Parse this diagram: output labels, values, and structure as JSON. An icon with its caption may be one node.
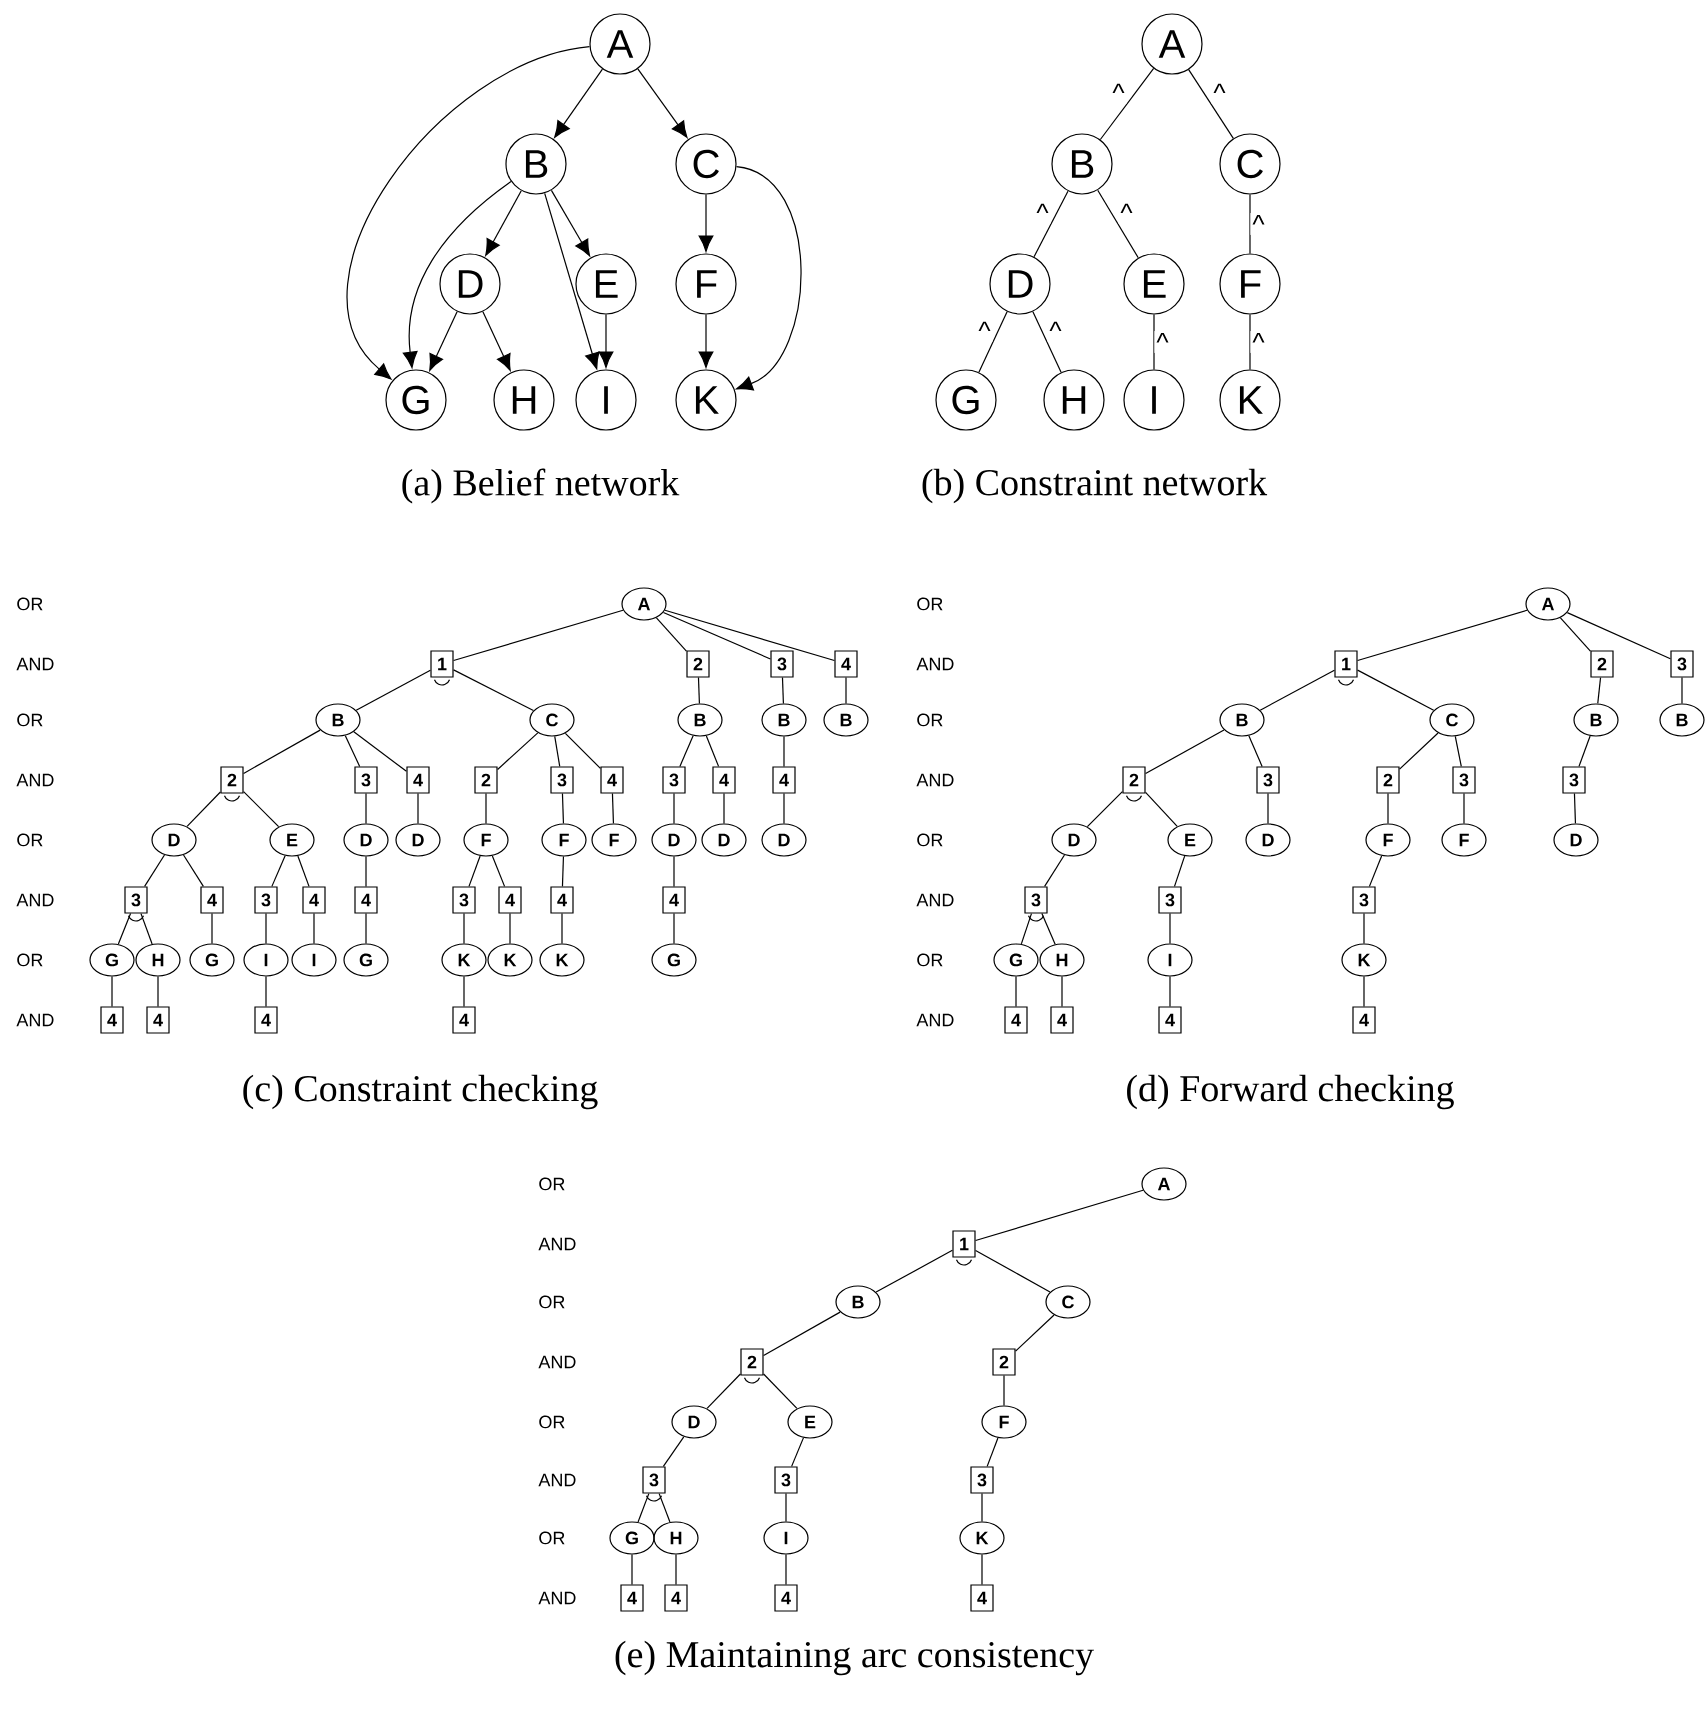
{
  "diagram": {
    "nodes": [
      {
        "text": [
          "A"
        ]
      },
      {
        "text": [
          "B"
        ]
      },
      {
        "text": [
          "C"
        ]
      },
      {
        "text": [
          "D"
        ]
      },
      {
        "text": [
          "E"
        ]
      },
      {
        "text": [
          "F"
        ]
      },
      {
        "text": [
          "G"
        ]
      },
      {
        "text": [
          "H"
        ]
      },
      {
        "text": [
          "I"
        ]
      },
      {
        "text": [
          "K"
        ]
      },
      {
        "text": [
          "A"
        ]
      },
      {
        "text": [
          "B"
        ]
      },
      {
        "text": [
          "C"
        ]
      },
      {
        "text": [
          "D"
        ]
      },
      {
        "text": [
          "E"
        ]
      },
      {
        "text": [
          "F"
        ]
      },
      {
        "text": [
          "G"
        ]
      },
      {
        "text": [
          "H"
        ]
      },
      {
        "text": [
          "I"
        ]
      },
      {
        "text": [
          "K"
        ]
      },
      {
        "text": [
          "A"
        ]
      },
      {
        "text": [
          "1"
        ]
      },
      {
        "text": [
          "2"
        ]
      },
      {
        "text": [
          "3"
        ]
      },
      {
        "text": [
          "4"
        ]
      },
      {
        "text": [
          "B"
        ]
      },
      {
        "text": [
          "C"
        ]
      },
      {
        "text": [
          "B"
        ]
      },
      {
        "text": [
          "B"
        ]
      },
      {
        "text": [
          "B"
        ]
      },
      {
        "text": [
          "2"
        ]
      },
      {
        "text": [
          "3"
        ]
      },
      {
        "text": [
          "4"
        ]
      },
      {
        "text": [
          "2"
        ]
      },
      {
        "text": [
          "3"
        ]
      },
      {
        "text": [
          "4"
        ]
      },
      {
        "text": [
          "3"
        ]
      },
      {
        "text": [
          "4"
        ]
      },
      {
        "text": [
          "4"
        ]
      },
      {
        "text": [
          "D"
        ]
      },
      {
        "text": [
          "E"
        ]
      },
      {
        "text": [
          "D"
        ]
      },
      {
        "text": [
          "D"
        ]
      },
      {
        "text": [
          "F"
        ]
      },
      {
        "text": [
          "F"
        ]
      },
      {
        "text": [
          "F"
        ]
      },
      {
        "text": [
          "D"
        ]
      },
      {
        "text": [
          "D"
        ]
      },
      {
        "text": [
          "D"
        ]
      },
      {
        "text": [
          "3"
        ]
      },
      {
        "text": [
          "4"
        ]
      },
      {
        "text": [
          "3"
        ]
      },
      {
        "text": [
          "4"
        ]
      },
      {
        "text": [
          "4"
        ]
      },
      {
        "text": [
          "3"
        ]
      },
      {
        "text": [
          "4"
        ]
      },
      {
        "text": [
          "4"
        ]
      },
      {
        "text": [
          "4"
        ]
      },
      {
        "text": [
          "G"
        ]
      },
      {
        "text": [
          "H"
        ]
      },
      {
        "text": [
          "G"
        ]
      },
      {
        "text": [
          "I"
        ]
      },
      {
        "text": [
          "I"
        ]
      },
      {
        "text": [
          "G"
        ]
      },
      {
        "text": [
          "K"
        ]
      },
      {
        "text": [
          "K"
        ]
      },
      {
        "text": [
          "K"
        ]
      },
      {
        "text": [
          "G"
        ]
      },
      {
        "text": [
          "4"
        ]
      },
      {
        "text": [
          "4"
        ]
      },
      {
        "text": [
          "4"
        ]
      },
      {
        "text": [
          "4"
        ]
      },
      {
        "text": [
          "A"
        ]
      },
      {
        "text": [
          "1"
        ]
      },
      {
        "text": [
          "2"
        ]
      },
      {
        "text": [
          "3"
        ]
      },
      {
        "text": [
          "B"
        ]
      },
      {
        "text": [
          "C"
        ]
      },
      {
        "text": [
          "B"
        ]
      },
      {
        "text": [
          "B"
        ]
      },
      {
        "text": [
          "2"
        ]
      },
      {
        "text": [
          "3"
        ]
      },
      {
        "text": [
          "2"
        ]
      },
      {
        "text": [
          "3"
        ]
      },
      {
        "text": [
          "3"
        ]
      },
      {
        "text": [
          "D"
        ]
      },
      {
        "text": [
          "E"
        ]
      },
      {
        "text": [
          "D"
        ]
      },
      {
        "text": [
          "F"
        ]
      },
      {
        "text": [
          "F"
        ]
      },
      {
        "text": [
          "D"
        ]
      },
      {
        "text": [
          "3"
        ]
      },
      {
        "text": [
          "3"
        ]
      },
      {
        "text": [
          "3"
        ]
      },
      {
        "text": [
          "G"
        ]
      },
      {
        "text": [
          "H"
        ]
      },
      {
        "text": [
          "I"
        ]
      },
      {
        "text": [
          "K"
        ]
      },
      {
        "text": [
          "4"
        ]
      },
      {
        "text": [
          "4"
        ]
      },
      {
        "text": [
          "4"
        ]
      },
      {
        "text": [
          "4"
        ]
      },
      {
        "text": [
          "A"
        ]
      },
      {
        "text": [
          "1"
        ]
      },
      {
        "text": [
          "B"
        ]
      },
      {
        "text": [
          "C"
        ]
      },
      {
        "text": [
          "2"
        ]
      },
      {
        "text": [
          "2"
        ]
      },
      {
        "text": [
          "D"
        ]
      },
      {
        "text": [
          "E"
        ]
      },
      {
        "text": [
          "F"
        ]
      },
      {
        "text": [
          "3"
        ]
      },
      {
        "text": [
          "3"
        ]
      },
      {
        "text": [
          "3"
        ]
      },
      {
        "text": [
          "G"
        ]
      },
      {
        "text": [
          "H"
        ]
      },
      {
        "text": [
          "I"
        ]
      },
      {
        "text": [
          "K"
        ]
      },
      {
        "text": [
          "4"
        ]
      },
      {
        "text": [
          "4"
        ]
      },
      {
        "text": [
          "4"
        ]
      },
      {
        "text": [
          "4"
        ]
      }
    ],
    "edges": [
      {
        "from": 0,
        "to": 1,
        "arrow": "to"
      },
      {
        "from": 0,
        "to": 2,
        "arrow": "to"
      },
      {
        "from": 0,
        "to": 6,
        "arrow": "to"
      },
      {
        "from": 1,
        "to": 6,
        "arrow": "to"
      },
      {
        "from": 1,
        "to": 3,
        "arrow": "to"
      },
      {
        "from": 1,
        "to": 4,
        "arrow": "to"
      },
      {
        "from": 1,
        "to": 8,
        "arrow": "to"
      },
      {
        "from": 2,
        "to": 5,
        "arrow": "to"
      },
      {
        "from": 2,
        "to": 9,
        "arrow": "to"
      },
      {
        "from": 3,
        "to": 6,
        "arrow": "to"
      },
      {
        "from": 3,
        "to": 7,
        "arrow": "to"
      },
      {
        "from": 4,
        "to": 8,
        "arrow": "to"
      },
      {
        "from": 5,
        "to": 9,
        "arrow": "to"
      },
      {
        "from": 10,
        "to": 11,
        "arrow": "none",
        "label": "^"
      },
      {
        "from": 10,
        "to": 12,
        "arrow": "none",
        "label": "^"
      },
      {
        "from": 11,
        "to": 13,
        "arrow": "none",
        "label": "^"
      },
      {
        "from": 11,
        "to": 14,
        "arrow": "none",
        "label": "^"
      },
      {
        "from": 12,
        "to": 15,
        "arrow": "none",
        "label": "^"
      },
      {
        "from": 13,
        "to": 16,
        "arrow": "none",
        "label": "^"
      },
      {
        "from": 13,
        "to": 17,
        "arrow": "none",
        "label": "^"
      },
      {
        "from": 14,
        "to": 18,
        "arrow": "none",
        "label": "^"
      },
      {
        "from": 15,
        "to": 19,
        "arrow": "none",
        "label": "^"
      },
      {
        "from": 20,
        "to": 21,
        "arrow": "none"
      },
      {
        "from": 20,
        "to": 22,
        "arrow": "none"
      },
      {
        "from": 20,
        "to": 23,
        "arrow": "none"
      },
      {
        "from": 20,
        "to": 24,
        "arrow": "none"
      },
      {
        "from": 21,
        "to": 25,
        "arrow": "none"
      },
      {
        "from": 21,
        "to": 26,
        "arrow": "none"
      },
      {
        "from": 22,
        "to": 27,
        "arrow": "none"
      },
      {
        "from": 23,
        "to": 28,
        "arrow": "none"
      },
      {
        "from": 24,
        "to": 29,
        "arrow": "none"
      },
      {
        "from": 25,
        "to": 30,
        "arrow": "none"
      },
      {
        "from": 25,
        "to": 31,
        "arrow": "none"
      },
      {
        "from": 25,
        "to": 32,
        "arrow": "none"
      },
      {
        "from": 26,
        "to": 33,
        "arrow": "none"
      },
      {
        "from": 26,
        "to": 34,
        "arrow": "none"
      },
      {
        "from": 26,
        "to": 35,
        "arrow": "none"
      },
      {
        "from": 27,
        "to": 36,
        "arrow": "none"
      },
      {
        "from": 27,
        "to": 37,
        "arrow": "none"
      },
      {
        "from": 28,
        "to": 38,
        "arrow": "none"
      },
      {
        "from": 30,
        "to": 39,
        "arrow": "none"
      },
      {
        "from": 30,
        "to": 40,
        "arrow": "none"
      },
      {
        "from": 31,
        "to": 41,
        "arrow": "none"
      },
      {
        "from": 32,
        "to": 42,
        "arrow": "none"
      },
      {
        "from": 33,
        "to": 43,
        "arrow": "none"
      },
      {
        "from": 34,
        "to": 44,
        "arrow": "none"
      },
      {
        "from": 35,
        "to": 45,
        "arrow": "none"
      },
      {
        "from": 36,
        "to": 46,
        "arrow": "none"
      },
      {
        "from": 37,
        "to": 47,
        "arrow": "none"
      },
      {
        "from": 38,
        "to": 48,
        "arrow": "none"
      },
      {
        "from": 39,
        "to": 49,
        "arrow": "none"
      },
      {
        "from": 39,
        "to": 50,
        "arrow": "none"
      },
      {
        "from": 40,
        "to": 51,
        "arrow": "none"
      },
      {
        "from": 40,
        "to": 52,
        "arrow": "none"
      },
      {
        "from": 41,
        "to": 53,
        "arrow": "none"
      },
      {
        "from": 43,
        "to": 54,
        "arrow": "none"
      },
      {
        "from": 43,
        "to": 55,
        "arrow": "none"
      },
      {
        "from": 44,
        "to": 56,
        "arrow": "none"
      },
      {
        "from": 46,
        "to": 57,
        "arrow": "none"
      },
      {
        "from": 49,
        "to": 58,
        "arrow": "none"
      },
      {
        "from": 49,
        "to": 59,
        "arrow": "none"
      },
      {
        "from": 50,
        "to": 60,
        "arrow": "none"
      },
      {
        "from": 51,
        "to": 61,
        "arrow": "none"
      },
      {
        "from": 52,
        "to": 62,
        "arrow": "none"
      },
      {
        "from": 53,
        "to": 63,
        "arrow": "none"
      },
      {
        "from": 54,
        "to": 64,
        "arrow": "none"
      },
      {
        "from": 55,
        "to": 65,
        "arrow": "none"
      },
      {
        "from": 56,
        "to": 66,
        "arrow": "none"
      },
      {
        "from": 57,
        "to": 67,
        "arrow": "none"
      },
      {
        "from": 58,
        "to": 68,
        "arrow": "none"
      },
      {
        "from": 59,
        "to": 69,
        "arrow": "none"
      },
      {
        "from": 61,
        "to": 70,
        "arrow": "none"
      },
      {
        "from": 64,
        "to": 71,
        "arrow": "none"
      },
      {
        "from": 72,
        "to": 73,
        "arrow": "none"
      },
      {
        "from": 72,
        "to": 74,
        "arrow": "none"
      },
      {
        "from": 72,
        "to": 75,
        "arrow": "none"
      },
      {
        "from": 73,
        "to": 76,
        "arrow": "none"
      },
      {
        "from": 73,
        "to": 77,
        "arrow": "none"
      },
      {
        "from": 74,
        "to": 78,
        "arrow": "none"
      },
      {
        "from": 75,
        "to": 79,
        "arrow": "none"
      },
      {
        "from": 76,
        "to": 80,
        "arrow": "none"
      },
      {
        "from": 76,
        "to": 81,
        "arrow": "none"
      },
      {
        "from": 77,
        "to": 82,
        "arrow": "none"
      },
      {
        "from": 77,
        "to": 83,
        "arrow": "none"
      },
      {
        "from": 78,
        "to": 84,
        "arrow": "none"
      },
      {
        "from": 80,
        "to": 85,
        "arrow": "none"
      },
      {
        "from": 80,
        "to": 86,
        "arrow": "none"
      },
      {
        "from": 81,
        "to": 87,
        "arrow": "none"
      },
      {
        "from": 82,
        "to": 88,
        "arrow": "none"
      },
      {
        "from": 83,
        "to": 89,
        "arrow": "none"
      },
      {
        "from": 84,
        "to": 90,
        "arrow": "none"
      },
      {
        "from": 85,
        "to": 91,
        "arrow": "none"
      },
      {
        "from": 86,
        "to": 92,
        "arrow": "none"
      },
      {
        "from": 88,
        "to": 93,
        "arrow": "none"
      },
      {
        "from": 91,
        "to": 94,
        "arrow": "none"
      },
      {
        "from": 91,
        "to": 95,
        "arrow": "none"
      },
      {
        "from": 92,
        "to": 96,
        "arrow": "none"
      },
      {
        "from": 93,
        "to": 97,
        "arrow": "none"
      },
      {
        "from": 94,
        "to": 98,
        "arrow": "none"
      },
      {
        "from": 95,
        "to": 99,
        "arrow": "none"
      },
      {
        "from": 96,
        "to": 100,
        "arrow": "none"
      },
      {
        "from": 97,
        "to": 101,
        "arrow": "none"
      },
      {
        "from": 102,
        "to": 103,
        "arrow": "none"
      },
      {
        "from": 103,
        "to": 104,
        "arrow": "none"
      },
      {
        "from": 103,
        "to": 105,
        "arrow": "none"
      },
      {
        "from": 104,
        "to": 106,
        "arrow": "none"
      },
      {
        "from": 105,
        "to": 107,
        "arrow": "none"
      },
      {
        "from": 106,
        "to": 108,
        "arrow": "none"
      },
      {
        "from": 106,
        "to": 109,
        "arrow": "none"
      },
      {
        "from": 107,
        "to": 110,
        "arrow": "none"
      },
      {
        "from": 108,
        "to": 111,
        "arrow": "none"
      },
      {
        "from": 109,
        "to": 112,
        "arrow": "none"
      },
      {
        "from": 110,
        "to": 113,
        "arrow": "none"
      },
      {
        "from": 111,
        "to": 114,
        "arrow": "none"
      },
      {
        "from": 111,
        "to": 115,
        "arrow": "none"
      },
      {
        "from": 112,
        "to": 116,
        "arrow": "none"
      },
      {
        "from": 113,
        "to": 117,
        "arrow": "none"
      },
      {
        "from": 114,
        "to": 118,
        "arrow": "none"
      },
      {
        "from": 115,
        "to": 119,
        "arrow": "none"
      },
      {
        "from": 116,
        "to": 120,
        "arrow": "none"
      },
      {
        "from": 117,
        "to": 121,
        "arrow": "none"
      }
    ],
    "labels": [
      "(a) Belief network",
      "(b) Constraint network",
      "OR",
      "OR",
      "AND",
      "AND",
      "OR",
      "OR",
      "AND",
      "AND",
      "OR",
      "OR",
      "AND",
      "AND",
      "OR",
      "OR",
      "AND",
      "AND",
      "(c) Constraint checking",
      "(d) Forward checking",
      "OR",
      "AND",
      "OR",
      "AND",
      "OR",
      "AND",
      "OR",
      "AND",
      "(e) Maintaining arc consistency"
    ]
  }
}
